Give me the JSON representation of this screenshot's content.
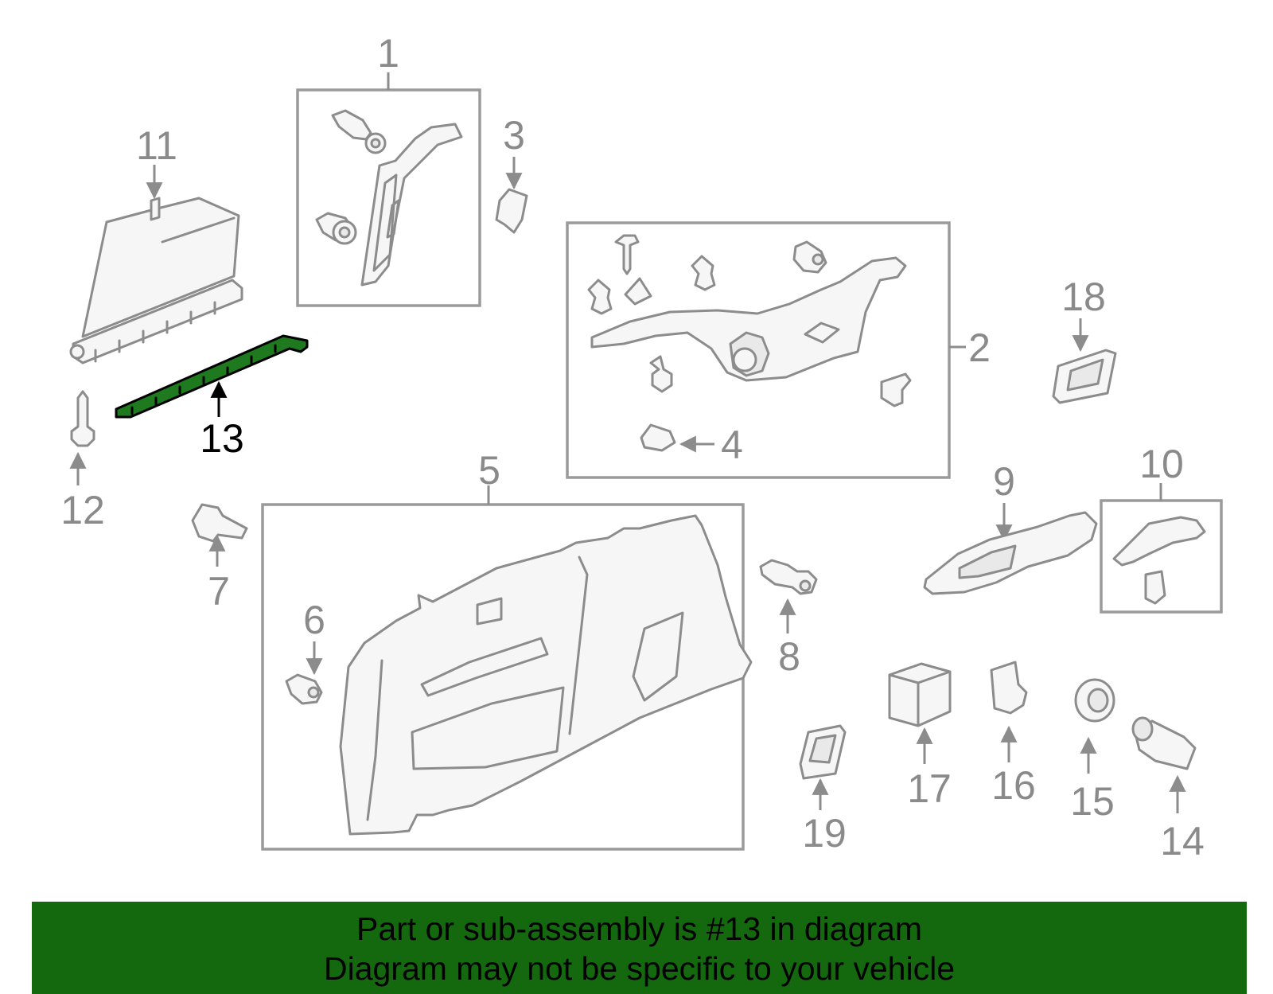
{
  "diagram": {
    "callouts": {
      "c1": "1",
      "c2": "2",
      "c3": "3",
      "c4": "4",
      "c5": "5",
      "c6": "6",
      "c7": "7",
      "c8": "8",
      "c9": "9",
      "c10": "10",
      "c11": "11",
      "c12": "12",
      "c13": "13",
      "c14": "14",
      "c15": "15",
      "c16": "16",
      "c17": "17",
      "c18": "18",
      "c19": "19"
    },
    "highlighted_part": "13",
    "colors": {
      "highlight": "#1f7a1f",
      "banner": "#14690f",
      "lines": "#8c8c8c"
    }
  },
  "banner": {
    "line1": "Part or sub-assembly is #13 in diagram",
    "line2": "Diagram may not be specific to your vehicle"
  }
}
